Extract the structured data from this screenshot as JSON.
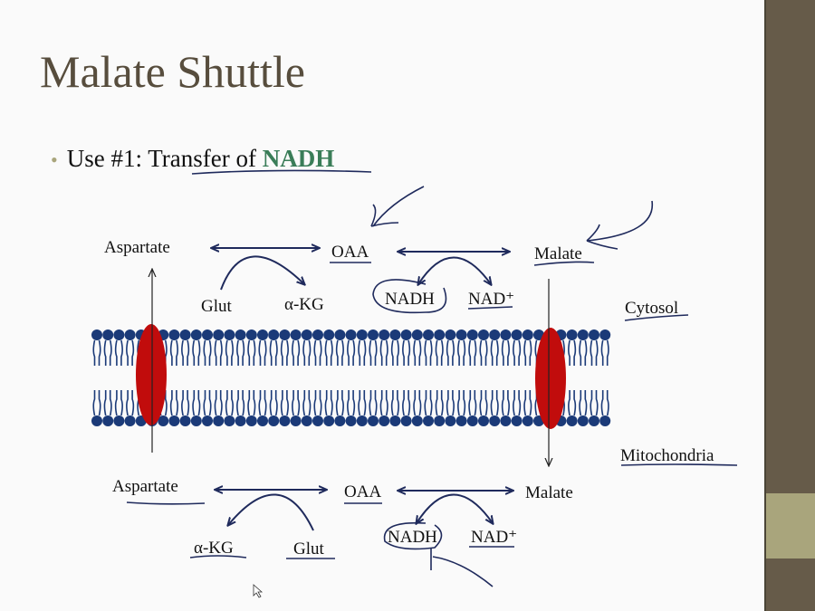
{
  "slide": {
    "title": "Malate Shuttle",
    "bullet_prefix": "Use #1: Transfer of ",
    "bullet_highlight": "NADH"
  },
  "diagram": {
    "cytosol": {
      "aspartate": "Aspartate",
      "oaa": "OAA",
      "malate": "Malate",
      "glut": "Glut",
      "akg": "α-KG",
      "nadh": "NADH",
      "nad": "NAD⁺"
    },
    "mitochondria": {
      "aspartate": "Aspartate",
      "oaa": "OAA",
      "malate": "Malate",
      "glut": "Glut",
      "akg": "α-KG",
      "nadh": "NADH",
      "nad": "NAD⁺"
    },
    "region_cytosol": "Cytosol",
    "region_mito": "Mitochondria"
  },
  "colors": {
    "accent": "#3a7d58",
    "arrow": "#1f2a5c",
    "membrane": "#1b3a78",
    "transporter": "#c10c0c",
    "sidebar": "#665b49",
    "sidebar_band": "#a9a57c"
  }
}
